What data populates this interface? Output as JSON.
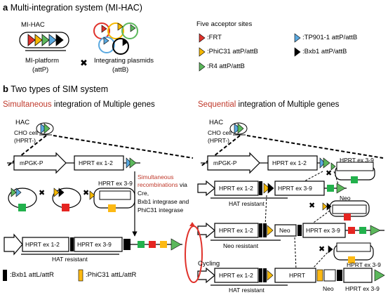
{
  "panel_a": {
    "letter": "a",
    "title": "Multi-integration system (MI-HAC)",
    "hac_label": "MI-HAC",
    "platform_label": "MI-platform",
    "platform_sub": "(attP)",
    "plasmid_label": "Integrating plasmids",
    "plasmid_sub": "(attB)",
    "times": "✖",
    "sites_title": "Five acceptor sites",
    "sites": [
      ":FRT",
      ":PhiC31 attP/attB",
      ":R4 attP/attB",
      ":TP901-1 attP/attB",
      ":Bxb1 attP/attB"
    ]
  },
  "panel_b": {
    "letter": "b",
    "title": "Two types of SIM system",
    "left": {
      "head_red": "Simultaneous",
      "head_rest": " integration of Multiple genes",
      "hac": "HAC",
      "cell1": "CHO cell",
      "cell2": "(HPRT-)",
      "mpgk": "mPGK-P",
      "hprt12": "HPRT ex 1-2",
      "hprt39": "HPRT ex 3-9",
      "recomb1": "Simultaneous",
      "recomb2": "recombinations",
      "via": " via",
      "enz1": "Cre,",
      "enz2": "Bxb1 integrase and",
      "enz3": "PhiC31 integrase",
      "hat": "HAT resistant"
    },
    "right": {
      "head_red": "Sequential",
      "head_rest": " integration of Multiple genes",
      "hac": "HAC",
      "cell1": "CHO cell",
      "cell2": "(HPRT-)",
      "mpgk": "mPGK-P",
      "hprt12": "HPRT ex 1-2",
      "hprt39": "HPRT ex 3-9",
      "hat": "HAT resistant",
      "neo": "Neo",
      "neo_res": "Neo resistant",
      "hprt": "HPRT",
      "cycling": "Cycling"
    },
    "legend": [
      ":Bxb1 attL/attR",
      ":PhiC31 attL/attR"
    ]
  },
  "colors": {
    "red": "#e0322b",
    "yellow": "#f5b800",
    "green": "#5cb85c",
    "blue": "#5aa9e0",
    "black": "#000000",
    "square_green": "#22b14c",
    "square_red": "#e52521",
    "square_yellow": "#fdb913",
    "accent_text": "#c0392b"
  }
}
